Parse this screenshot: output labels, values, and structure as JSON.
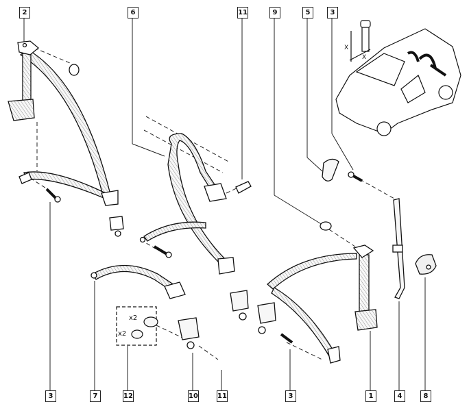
{
  "diagram": {
    "title": "Seat belt assembly exploded view",
    "callouts_top": [
      {
        "id": "c-top-2",
        "label": "2"
      },
      {
        "id": "c-top-6",
        "label": "6"
      },
      {
        "id": "c-top-11",
        "label": "11"
      },
      {
        "id": "c-top-9",
        "label": "9"
      },
      {
        "id": "c-top-5",
        "label": "5"
      },
      {
        "id": "c-top-3",
        "label": "3"
      }
    ],
    "callouts_bottom": [
      {
        "id": "c-bot-3a",
        "label": "3"
      },
      {
        "id": "c-bot-7",
        "label": "7"
      },
      {
        "id": "c-bot-12",
        "label": "12"
      },
      {
        "id": "c-bot-10",
        "label": "10"
      },
      {
        "id": "c-bot-11",
        "label": "11"
      },
      {
        "id": "c-bot-3b",
        "label": "3"
      },
      {
        "id": "c-bot-1",
        "label": "1"
      },
      {
        "id": "c-bot-4",
        "label": "4"
      },
      {
        "id": "c-bot-8",
        "label": "8"
      }
    ],
    "quantity_labels": [
      "x2",
      "x2"
    ],
    "dimension_labels": [
      "X",
      "X"
    ],
    "colors": {
      "line": "#111111",
      "belt_fill": "#f4f4f4",
      "background": "#ffffff"
    }
  }
}
